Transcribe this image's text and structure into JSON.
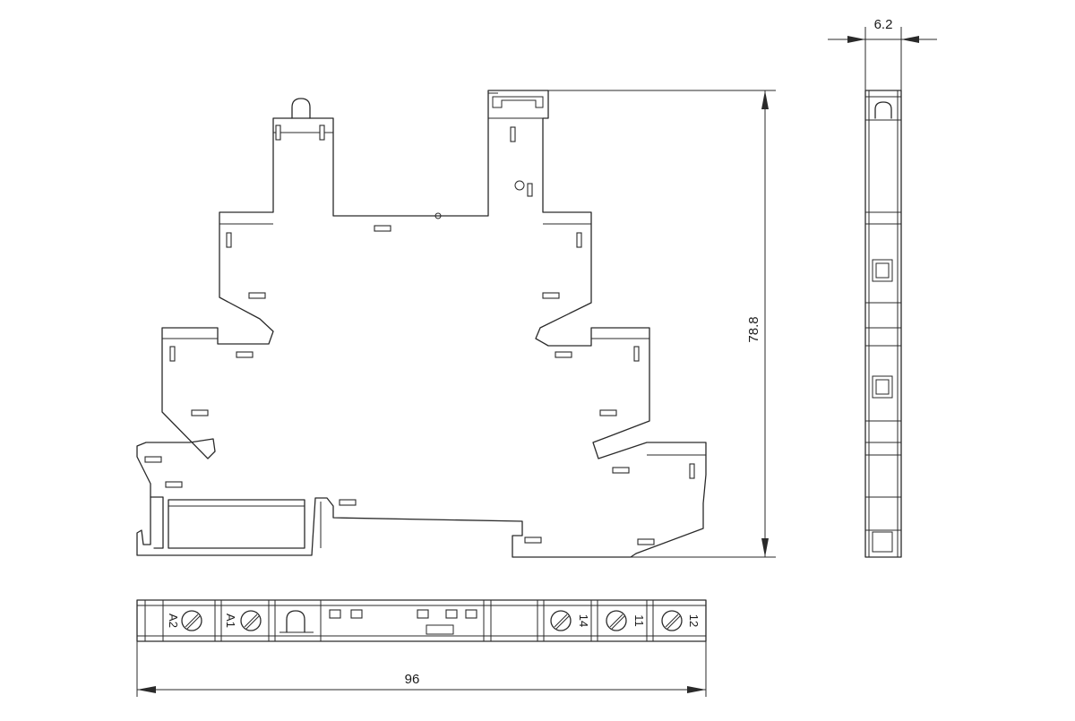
{
  "dimensions": {
    "height": "78.8",
    "width_side": "6.2",
    "length": "96"
  },
  "terminals": {
    "a2": "A2",
    "a1": "A1",
    "t14": "14",
    "t11": "11",
    "t12": "12"
  }
}
